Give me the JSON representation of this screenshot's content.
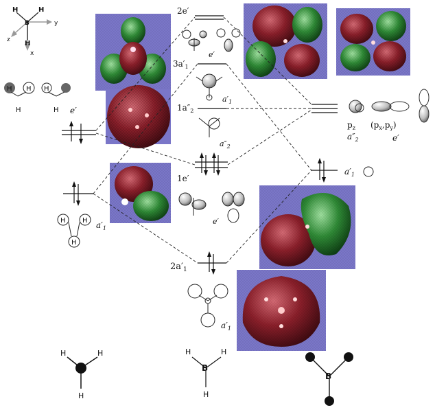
{
  "axes": {
    "y": "y",
    "z": "z",
    "x": "x",
    "center": "B",
    "h1": "H",
    "h2": "H",
    "h3": "H"
  },
  "left": {
    "frag_h": [
      "H",
      "H",
      "H",
      "H",
      "H"
    ],
    "e_prime": "e′",
    "a1_prime": "a′",
    "a1_sub": "1",
    "h_circle": [
      "H",
      "H",
      "H"
    ]
  },
  "center": {
    "lvl_2e": "2e′",
    "lvl_3a1": "3a′",
    "lvl_3a1_sub": "1",
    "lbl_e_top": "e′",
    "lbl_a1_top": "a′",
    "lbl_a1_top_sub": "1",
    "lvl_1a2": "1a″",
    "lvl_1a2_sub": "2",
    "lbl_a2": "a″",
    "lbl_a2_sub": "2",
    "lvl_1e": "1e′",
    "lbl_e_mid": "e′",
    "lvl_2a1": "2a′",
    "lvl_2a1_sub": "1",
    "lbl_a1_bot": "a′",
    "lbl_a1_bot_sub": "1"
  },
  "right": {
    "pz": "p",
    "pz_sub": "z",
    "a2": "a″",
    "a2_sub": "2",
    "pxpy": "(p",
    "pxpy_x": "x",
    "pxpy_comma": ",p",
    "pxpy_y": "y",
    "pxpy_close": ")",
    "e_prime": "e′",
    "a1": "a′",
    "a1_sub": "1"
  },
  "bottom": {
    "h_left": [
      "H",
      "H",
      "H"
    ],
    "b_mid": "B",
    "h_mid": [
      "H",
      "H",
      "H"
    ],
    "b_right": "B"
  },
  "colors": {
    "orbital_bg": "#7a76c8",
    "lobe_red": "#8a1f2a",
    "lobe_green": "#2f8a36"
  }
}
